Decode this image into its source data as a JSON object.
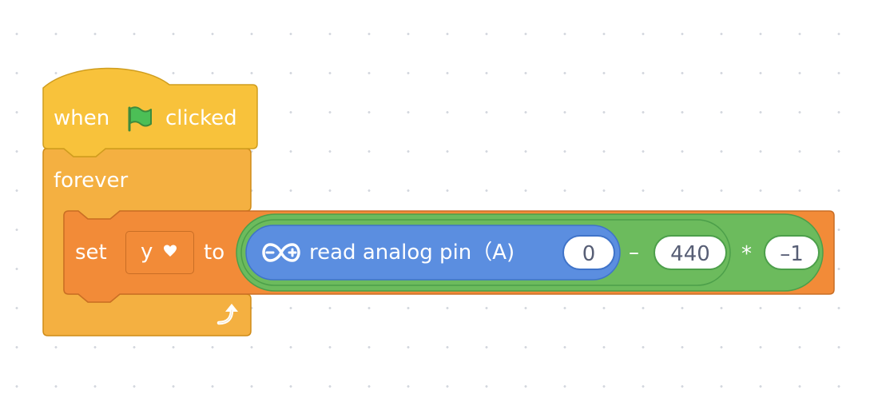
{
  "hat_block": {
    "label_when": "when",
    "label_clicked": "clicked",
    "flag_icon": "green-flag-icon",
    "color": "#f8c23b"
  },
  "forever_block": {
    "label": "forever",
    "loop_icon": "loop-arrow-icon",
    "color": "#f4b041"
  },
  "set_block": {
    "label_set": "set",
    "variable": "y",
    "label_to": "to",
    "color": "#f28b38"
  },
  "read_block": {
    "icon": "arduino-infinity-icon",
    "label": "read analog pin（A)",
    "pin": "0",
    "color": "#5b8ee0"
  },
  "minus_block": {
    "operator": "–",
    "operand": "440",
    "color": "#6cbb5d"
  },
  "multiply_block": {
    "operator": "*",
    "operand": "–1",
    "color": "#6cbb5d"
  }
}
